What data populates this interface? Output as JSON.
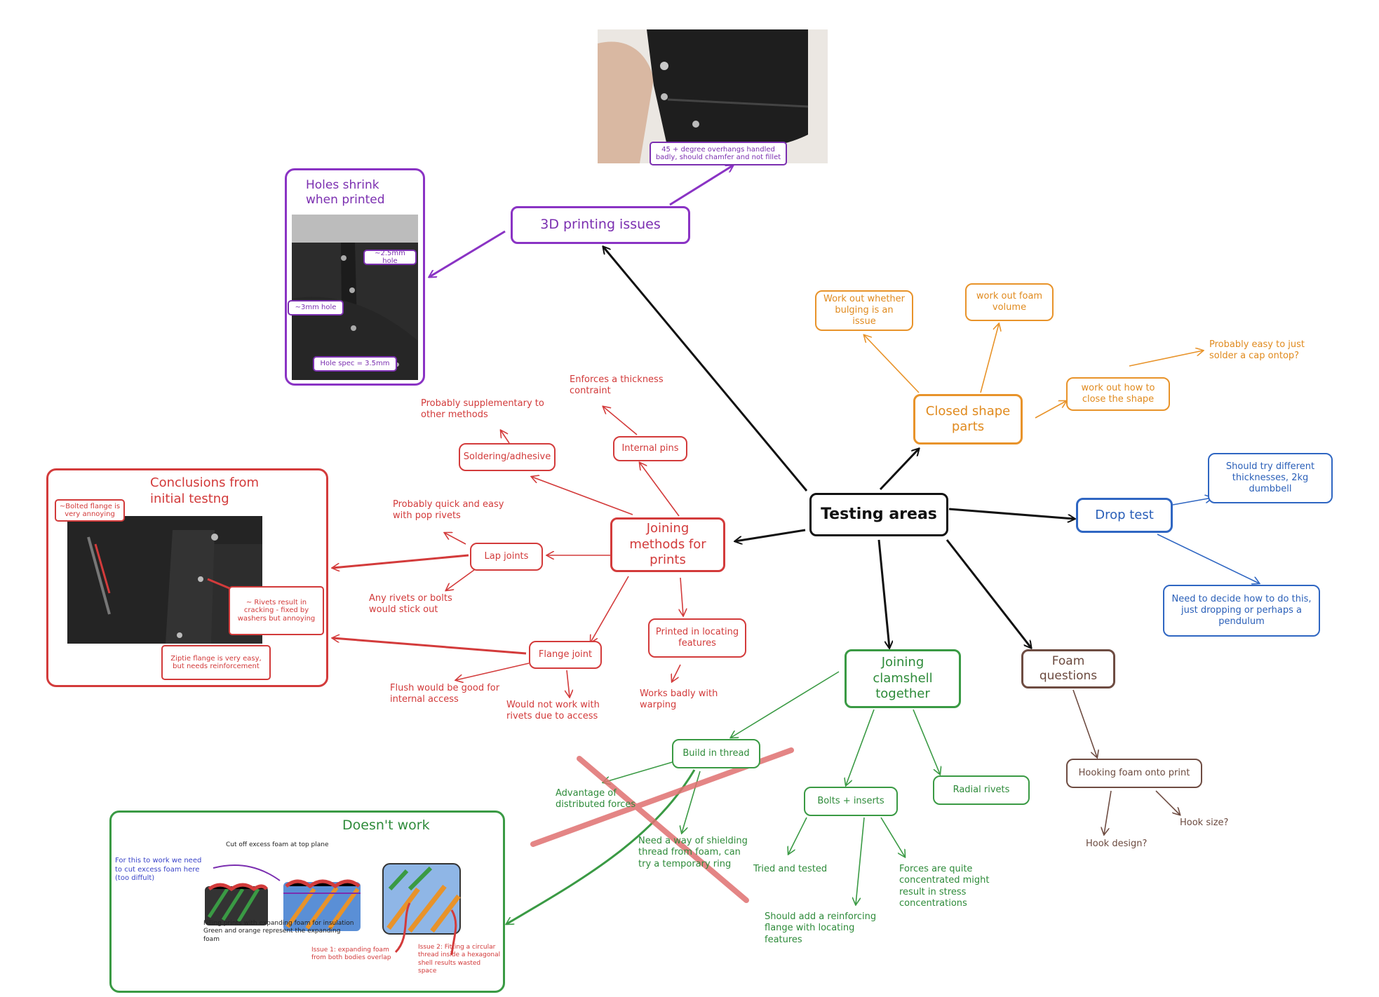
{
  "colors": {
    "purple": "#8a33c4",
    "red": "#d33b3b",
    "orange": "#e8932a",
    "blue": "#2f66c2",
    "green": "#3a9a44",
    "brown": "#6e4c42",
    "black": "#111111",
    "cross": "#e07070"
  },
  "central": {
    "label": "Testing areas"
  },
  "printing": {
    "label": "3D printing issues",
    "overhang_note": "45 + degree overhangs handled badly, should chamfer and not fillet",
    "holes_title": "Holes shrink when printed",
    "hole_tags": [
      "~2.5mm hole",
      "~3mm hole",
      "Hole spec = 3.5mm"
    ]
  },
  "closed_shape": {
    "label": "Closed shape parts",
    "children": [
      "Work out whether bulging is an issue",
      "work out foam volume",
      "work out how to close the shape"
    ],
    "cap_note": "Probably easy to just solder a cap ontop?"
  },
  "drop_test": {
    "label": "Drop test",
    "children": [
      "Should try different thicknesses, 2kg dumbbell",
      "Need to decide how to do this, just dropping or perhaps a pendulum"
    ]
  },
  "joining_methods": {
    "label": "Joining methods for prints",
    "soldering": "Soldering/adhesive",
    "soldering_note": "Probably supplementary to other methods",
    "internal_pins": "Internal pins",
    "pins_note": "Enforces a thickness contraint",
    "lap_joints": "Lap joints",
    "lap_note_1": "Probably quick and easy with pop rivets",
    "lap_note_2": "Any rivets or bolts would stick out",
    "flange_joint": "Flange joint",
    "flange_note_1": "Flush would be good for internal access",
    "flange_note_2": "Would not work with rivets due to access",
    "locating": "Printed in locating features",
    "locating_note": "Works badly with warping"
  },
  "conclusions": {
    "title": "Conclusions from initial testng",
    "tags": [
      "~Bolted flange is very annoying",
      "~ Rivets result in cracking - fixed by washers but annoying",
      "Ziptie flange is very easy, but needs reinforcement"
    ]
  },
  "clamshell": {
    "label": "Joining clamshell together",
    "build_thread": "Build in thread",
    "thread_note_1": "Advantage of distributed forces",
    "thread_note_2": "Need a way of shielding thread from foam, can try a temporary ring",
    "bolts": "Bolts + inserts",
    "bolts_note_1": "Tried and tested",
    "bolts_note_2": "Should add a reinforcing flange with locating features",
    "bolts_note_3": "Forces are quite concentrated might result in stress concentrations",
    "radial": "Radial rivets"
  },
  "doesnt_work": {
    "title": "Doesn't work",
    "note_cut": "Cut off excess foam at top plane",
    "note_for_this": "For this to work we need to cut excess foam here (too diffult)",
    "note_filling": "Filling prints with expanding foam for insulation Green and orange represent the expanding foam",
    "issue_1": "Issue 1: expanding foam from both bodies overlap",
    "issue_2": "Issue 2: Fitting a circular thread inside a hexagonal shell results wasted space"
  },
  "foam": {
    "label": "Foam questions",
    "hooking": "Hooking foam onto print",
    "hook_size": "Hook size?",
    "hook_design": "Hook design?"
  }
}
